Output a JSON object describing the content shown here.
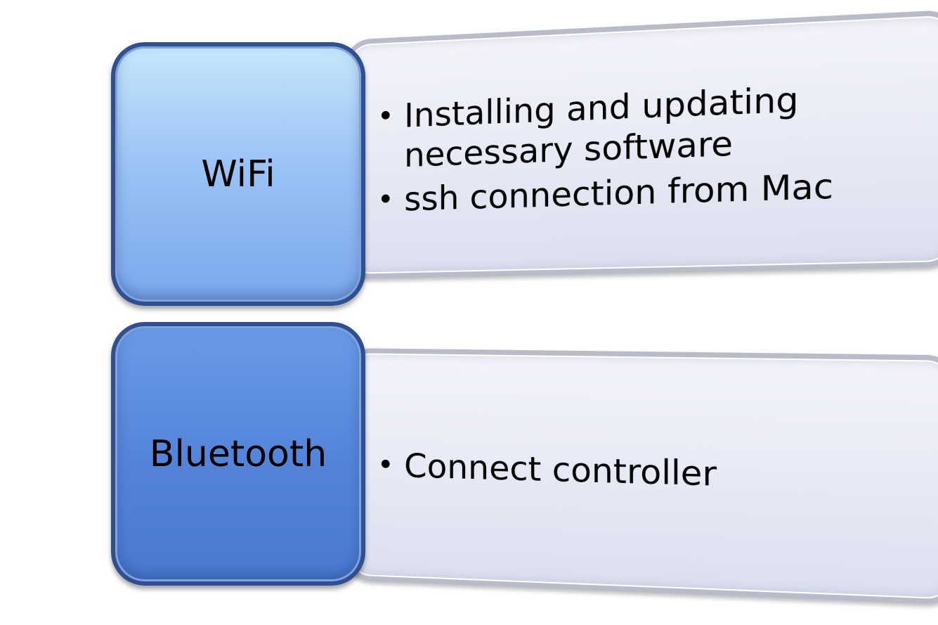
{
  "diagram": {
    "rows": [
      {
        "label": "WiFi",
        "bullets": [
          "Installing and updating necessary software",
          "ssh connection from Mac"
        ]
      },
      {
        "label": "Bluetooth",
        "bullets": [
          "Connect controller"
        ]
      }
    ],
    "bullet_glyph": "•"
  },
  "colors": {
    "wifi_box_top": "#c5e6fc",
    "wifi_box_bottom": "#7aa7ee",
    "bluetooth_box": "#5585da",
    "box_border": "#2f4f8f",
    "panel_fill": "#e6e8f4",
    "panel_border": "#b9bcc8"
  }
}
